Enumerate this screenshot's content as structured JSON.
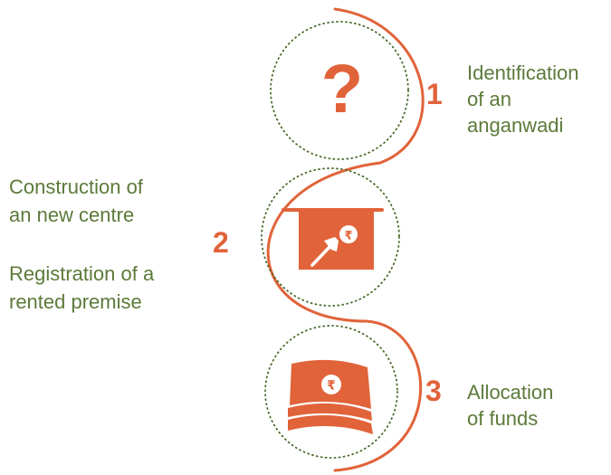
{
  "colors": {
    "accent": "#e0633a",
    "text_green": "#5c7a3a",
    "dotted_circle": "#4a6a2a"
  },
  "steps": [
    {
      "number": "1",
      "icon": "question-mark-icon",
      "glyph": "?",
      "lines": [
        "Identification",
        "of an",
        "anganwadi"
      ]
    },
    {
      "number": "2",
      "icon": "hammer-house-rupee-icon",
      "glyph": "₹",
      "lines_a": [
        "Construction of",
        "an new centre"
      ],
      "lines_b": [
        "Registration of a",
        "rented premise"
      ]
    },
    {
      "number": "3",
      "icon": "rupee-banknote-stack-icon",
      "glyph": "₹",
      "lines": [
        "Allocation",
        "of funds"
      ]
    }
  ]
}
